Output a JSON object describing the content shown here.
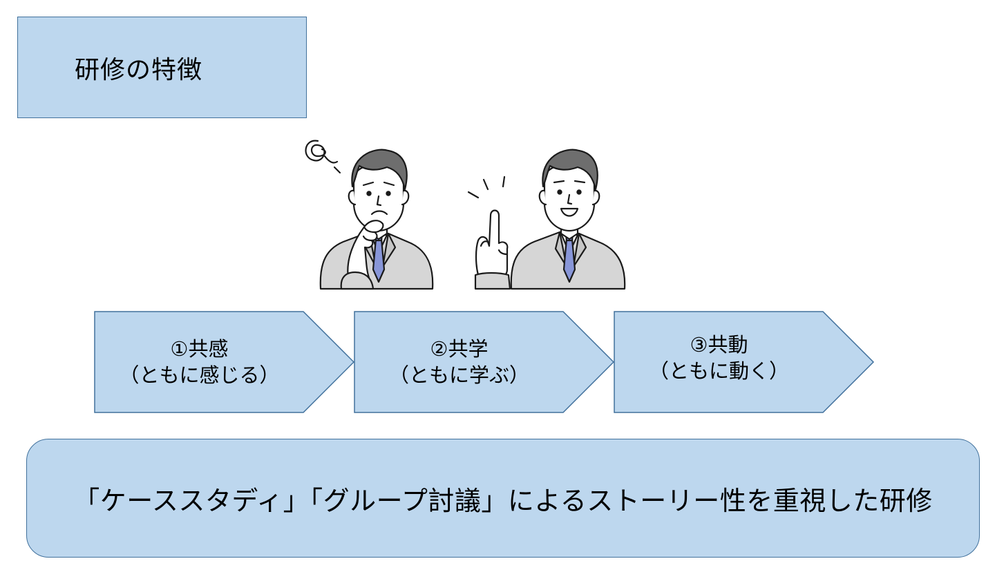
{
  "title": "研修の特徴",
  "steps": [
    {
      "line1": "①共感",
      "line2": "（ともに感じる）"
    },
    {
      "line1": "②共学",
      "line2": "（ともに学ぶ）"
    },
    {
      "line1": "③共動",
      "line2": "（ともに動く）"
    }
  ],
  "banner": "「ケーススタディ」「グループ討議」によるストーリー性を重視した研修",
  "colors": {
    "box_fill": "#bdd7ee",
    "box_border": "#41719c",
    "suit": "#d6d6d6",
    "tie": "#8896d8",
    "hair": "#6e6e6e"
  },
  "illustration": {
    "left_figure": "thinking-businessman",
    "right_figure": "idea-businessman"
  }
}
